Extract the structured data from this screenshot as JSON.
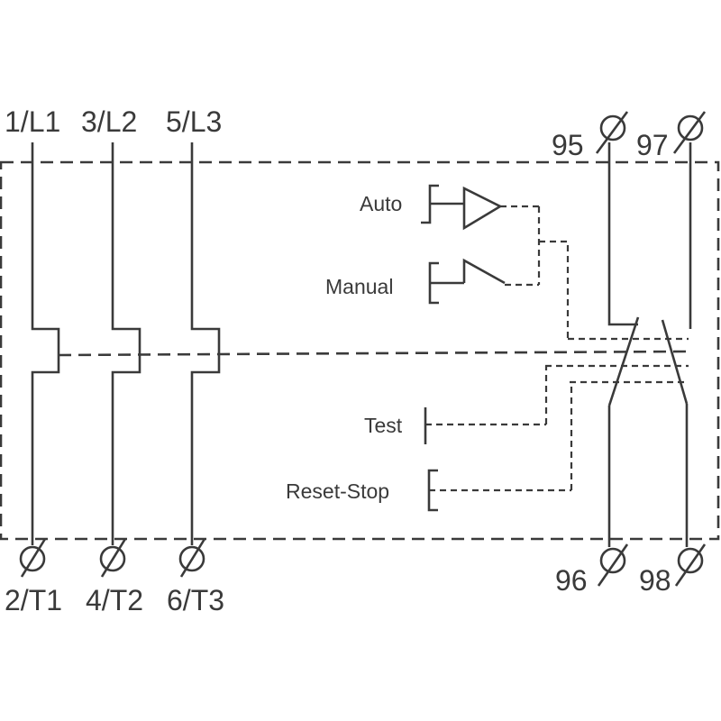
{
  "terminals": {
    "line": [
      "1/L1",
      "3/L2",
      "5/L3"
    ],
    "load": [
      "2/T1",
      "4/T2",
      "6/T3"
    ],
    "aux_top": [
      "95",
      "97"
    ],
    "aux_bottom": [
      "96",
      "98"
    ]
  },
  "controls": {
    "auto": "Auto",
    "manual": "Manual",
    "test": "Test",
    "reset_stop": "Reset-Stop"
  }
}
